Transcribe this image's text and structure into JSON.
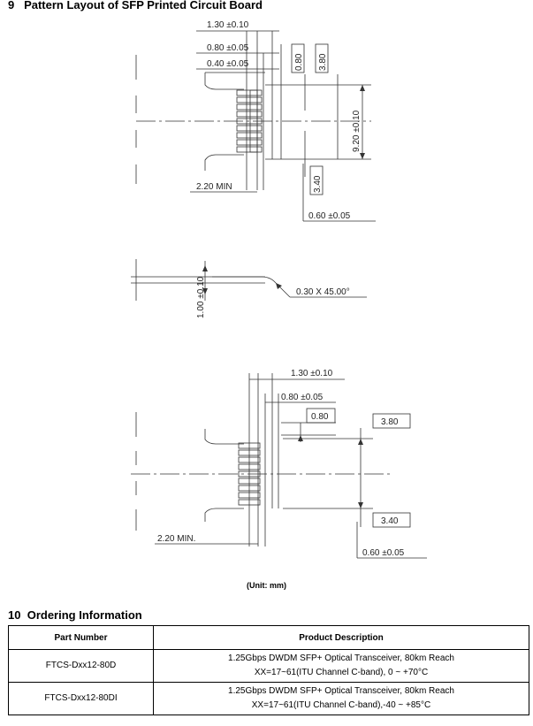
{
  "section9": {
    "number": "9",
    "title": "Pattern Layout of SFP Printed Circuit Board"
  },
  "drawing_top": {
    "dims": [
      "1.30 ±0.10",
      "0.80 ±0.05",
      "0.40 ±0.05",
      "0.80",
      "3.80",
      "9.20 ±0.10",
      "3.40",
      "2.20 MIN",
      "0.60 ±0.05"
    ]
  },
  "drawing_middle": {
    "dims": [
      "1.00 ±0.10",
      "0.30 X 45.00°"
    ]
  },
  "drawing_bottom": {
    "dims": [
      "1.30 ±0.10",
      "0.80 ±0.05",
      "0.80",
      "3.80",
      "3.40",
      "2.20 MIN.",
      "0.60 ±0.05"
    ]
  },
  "unit_note": "(Unit: mm)",
  "section10": {
    "number": "10",
    "title": "Ordering Information"
  },
  "ordering": {
    "headers": [
      "Part Number",
      "Product Description"
    ],
    "rows": [
      {
        "part": "FTCS-Dxx12-80D",
        "desc1": "1.25Gbps DWDM SFP+ Optical Transceiver, 80km Reach",
        "desc2": "XX=17~61(ITU Channel C-band), 0 ~ +70°C"
      },
      {
        "part": "FTCS-Dxx12-80DI",
        "desc1": "1.25Gbps DWDM SFP+ Optical Transceiver, 80km Reach",
        "desc2": "XX=17~61(ITU Channel C-band),-40 ~ +85°C"
      }
    ]
  }
}
